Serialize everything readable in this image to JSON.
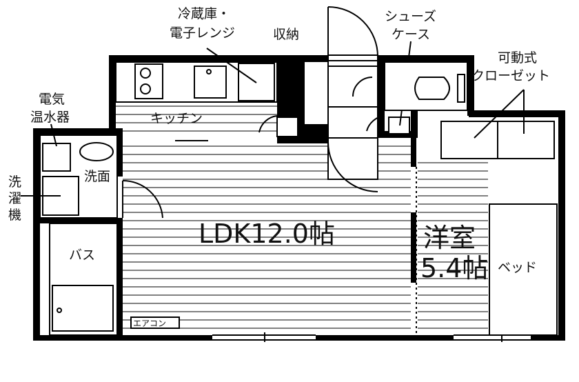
{
  "rooms": {
    "ldk": "LDK12.0帖",
    "western_room_name": "洋室",
    "western_room_size": "5.4帖",
    "kitchen": "キッチン",
    "washroom": "洗面",
    "bath": "バス",
    "bed": "ベッド"
  },
  "fixtures": {
    "fridge_line1": "冷蔵庫・",
    "fridge_line2": "電子レンジ",
    "storage": "収納",
    "shoe_line1": "シューズ",
    "shoe_line2": "ケース",
    "closet_line1": "可動式",
    "closet_line2": "クローゼット",
    "heater_line1": "電気",
    "heater_line2": "温水器",
    "washer_1": "洗",
    "washer_2": "濯",
    "washer_3": "機",
    "aircon": "エアコン"
  }
}
